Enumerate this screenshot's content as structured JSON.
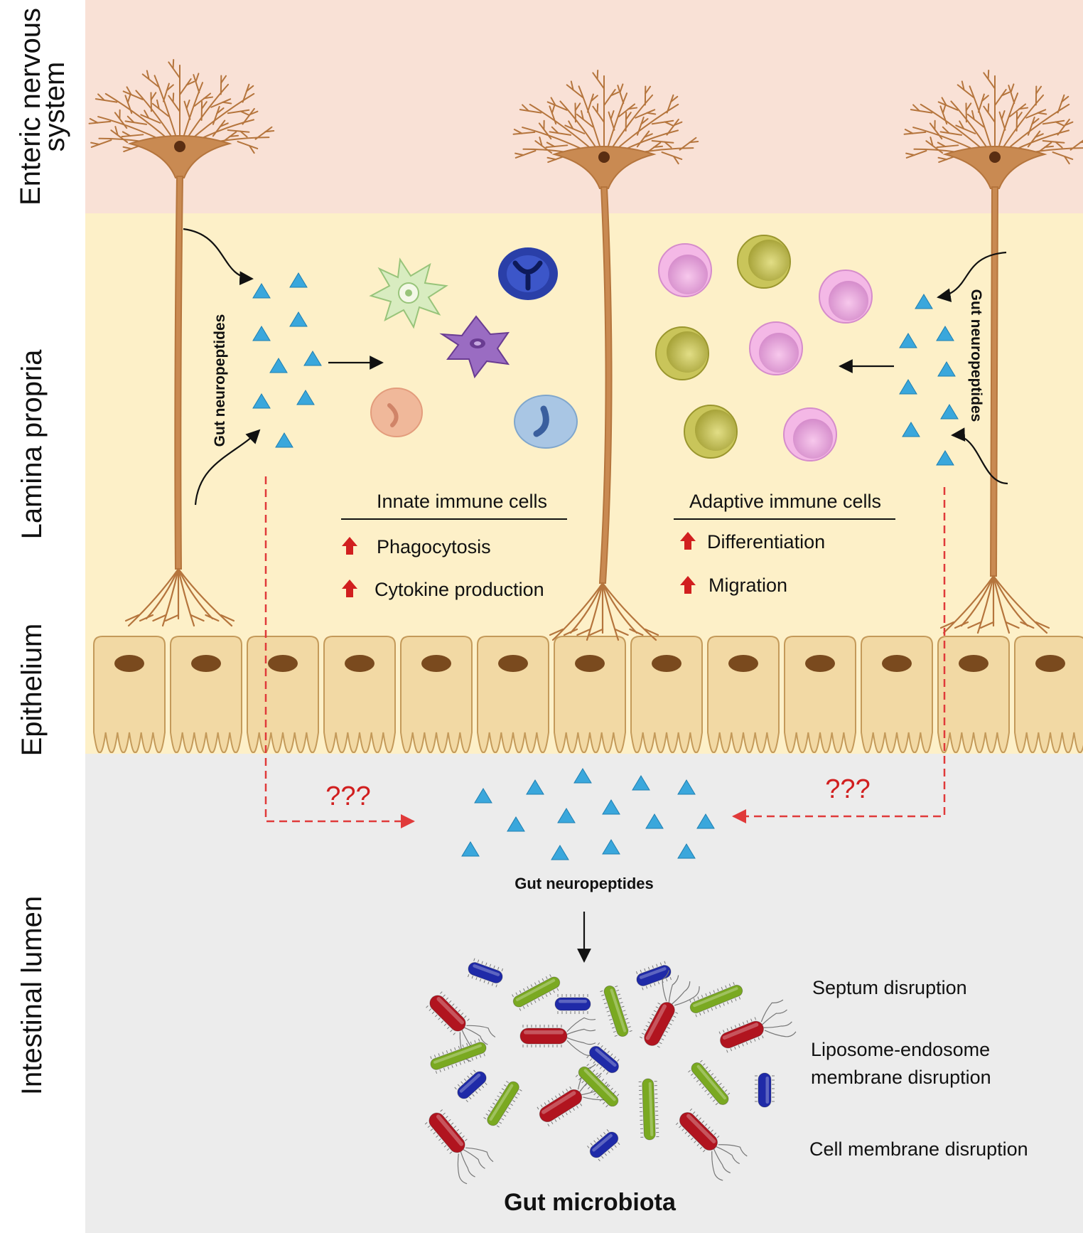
{
  "layers": {
    "enteric_line1": "Enteric nervous",
    "enteric_line2": "system",
    "lamina": "Lamina propria",
    "epithelium": "Epithelium",
    "lumen": "Intestinal lumen"
  },
  "neuropeptides_left": "Gut neuropeptides",
  "neuropeptides_right": "Gut neuropeptides",
  "neuropeptides_lumen": "Gut neuropeptides",
  "innate": {
    "title": "Innate immune cells",
    "effects": [
      "Phagocytosis",
      "Cytokine production"
    ]
  },
  "adaptive": {
    "title": "Adaptive immune cells",
    "effects": [
      "Differentiation",
      "Migration"
    ]
  },
  "unknown_left": "???",
  "unknown_right": "???",
  "microbiota_effects": [
    "Septum disruption",
    "Liposome-endosome",
    "membrane disruption",
    "Cell membrane disruption"
  ],
  "microbiota_title": "Gut microbiota",
  "colors": {
    "enteric_bg": "#f9e1d6",
    "lamina_bg": "#fdf0c8",
    "lumen_bg": "#ececec",
    "neuron": "#b5753d",
    "peptide": "#3aa7dc",
    "up_arrow": "#d11f1f",
    "dashed_arrow": "#e03a3a",
    "bacteria": [
      "#b1141f",
      "#1f2aa8",
      "#7aa921"
    ]
  }
}
